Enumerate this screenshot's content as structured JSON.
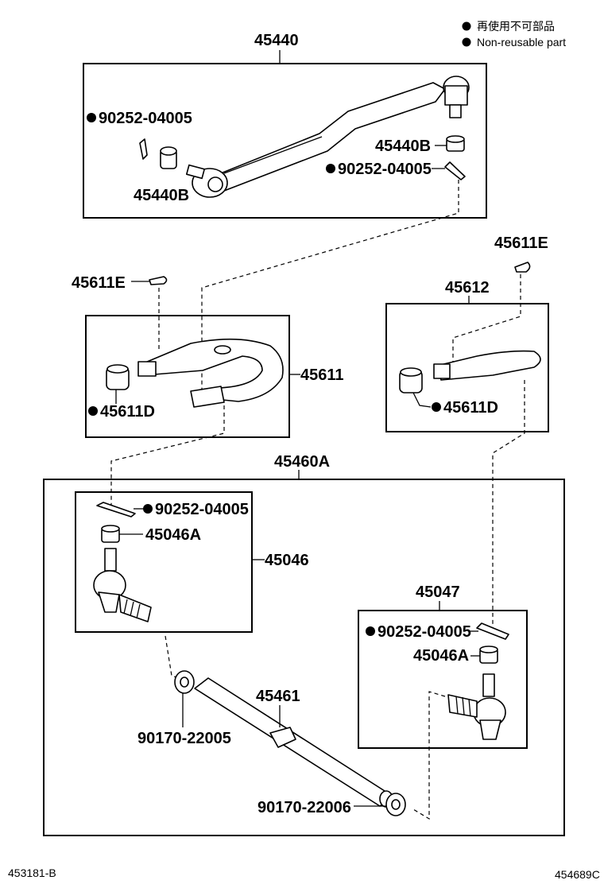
{
  "legend": {
    "line1": "再使用不可部品",
    "line2": "Non-reusable part"
  },
  "assemblies": {
    "a45440": "45440",
    "a45612": "45612",
    "a45611": "45611",
    "a45460A": "45460A",
    "a45046": "45046",
    "a45047": "45047",
    "a45461": "45461"
  },
  "parts": {
    "cotter_top_left": "90252-04005",
    "nut_45440B_left": "45440B",
    "nut_45440B_right": "45440B",
    "cotter_top_right": "90252-04005",
    "key_45611E_left": "45611E",
    "key_45611E_right": "45611E",
    "nut_45611D_left": "45611D",
    "nut_45611D_right": "45611D",
    "cotter_45046": "90252-04005",
    "nut_45046A_left": "45046A",
    "cotter_45047": "90252-04005",
    "nut_45046A_right": "45046A",
    "clamp_22005": "90170-22005",
    "clamp_22006": "90170-22006"
  },
  "footer": {
    "left_code": "453181-B",
    "right_code": "454689C"
  }
}
